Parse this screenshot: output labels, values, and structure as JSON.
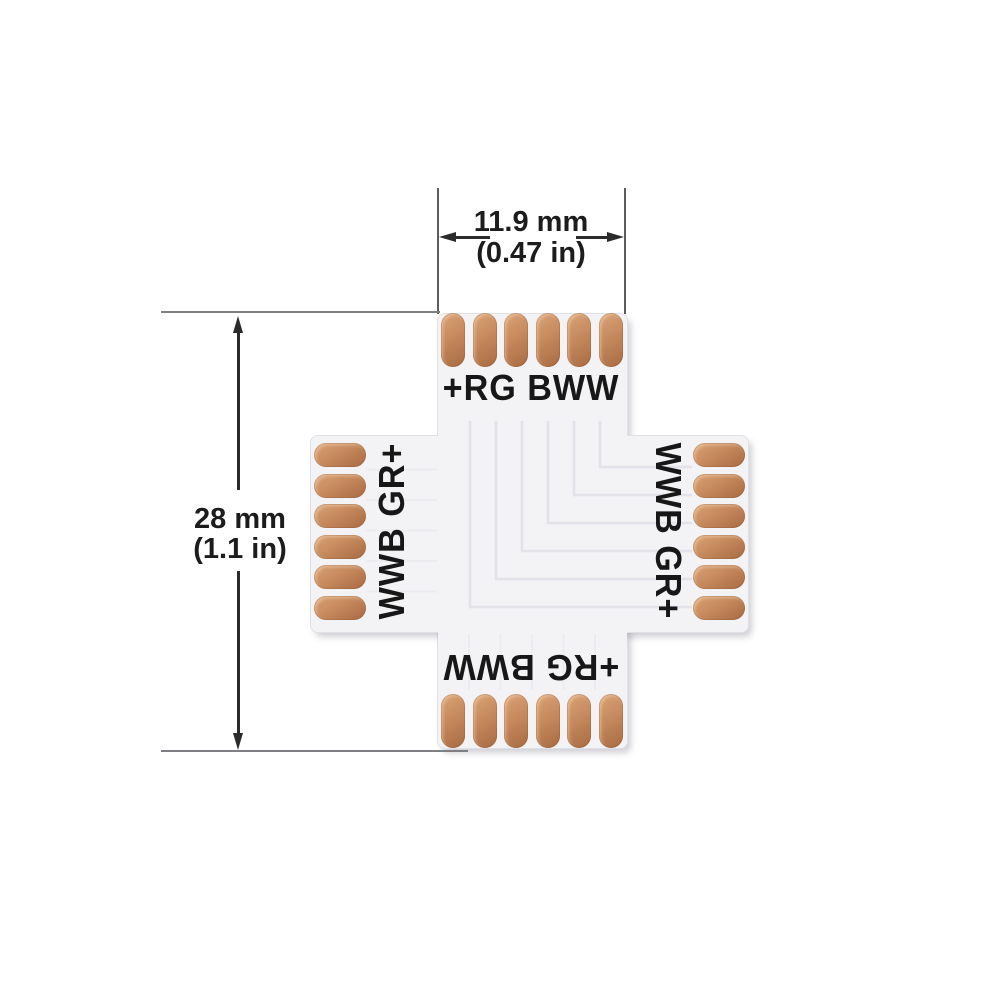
{
  "figure": {
    "background_color": "#ffffff"
  },
  "dimensions": {
    "width": {
      "metric": "11.9 mm",
      "imperial": "(0.47 in)"
    },
    "height": {
      "metric": "28 mm",
      "imperial": "(1.1 in)"
    }
  },
  "connector": {
    "shape": "cross",
    "pads_per_arm": 6,
    "labels": {
      "top": "+RG BWW",
      "bottom": "+RG BWW",
      "left": "WWB GR+",
      "right": "WWB GR+"
    },
    "colors": {
      "board": "#f3f3f5",
      "board_edge": "#e0e0e5",
      "copper_light": "#daa375",
      "copper_mid": "#c68a5e",
      "copper_dark": "#a96a42",
      "silkscreen": "#171717",
      "dimension_line": "#2b2b2b",
      "extension_line": "#7d7f82",
      "trace": "#e2e2e8"
    }
  }
}
